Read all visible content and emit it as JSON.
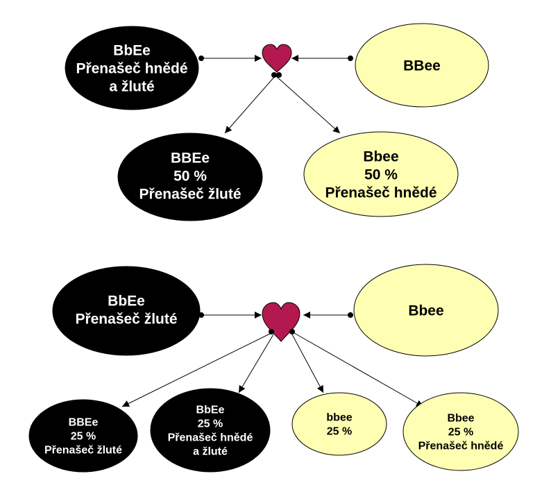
{
  "colors": {
    "dark_fill": "#000000",
    "light_fill": "#ffffb3",
    "dark_text": "#ffffff",
    "light_text": "#000000",
    "heart": "#b3194f",
    "stroke": "#000000"
  },
  "top": {
    "parent_left": {
      "lines": [
        "BbEe",
        "Přenašeč hnědé",
        "a žluté"
      ]
    },
    "parent_right": {
      "lines": [
        "BBee"
      ]
    },
    "child_1": {
      "lines": [
        "BBEe",
        "50 %",
        "Přenašeč žluté"
      ]
    },
    "child_2": {
      "lines": [
        "Bbee",
        "50 %",
        "Přenašeč hnědé"
      ]
    }
  },
  "bottom": {
    "parent_left": {
      "lines": [
        "BbEe",
        "Přenašeč žluté"
      ]
    },
    "parent_right": {
      "lines": [
        "Bbee"
      ]
    },
    "child_1": {
      "lines": [
        "BBEe",
        "25 %",
        "Přenašeč žluté"
      ]
    },
    "child_2": {
      "lines": [
        "BbEe",
        "25 %",
        "Přenašeč hnědé",
        "a žluté"
      ]
    },
    "child_3": {
      "lines": [
        "bbee",
        "25 %"
      ]
    },
    "child_4": {
      "lines": [
        "Bbee",
        "25 %",
        "Přenašeč hnědé"
      ]
    }
  }
}
